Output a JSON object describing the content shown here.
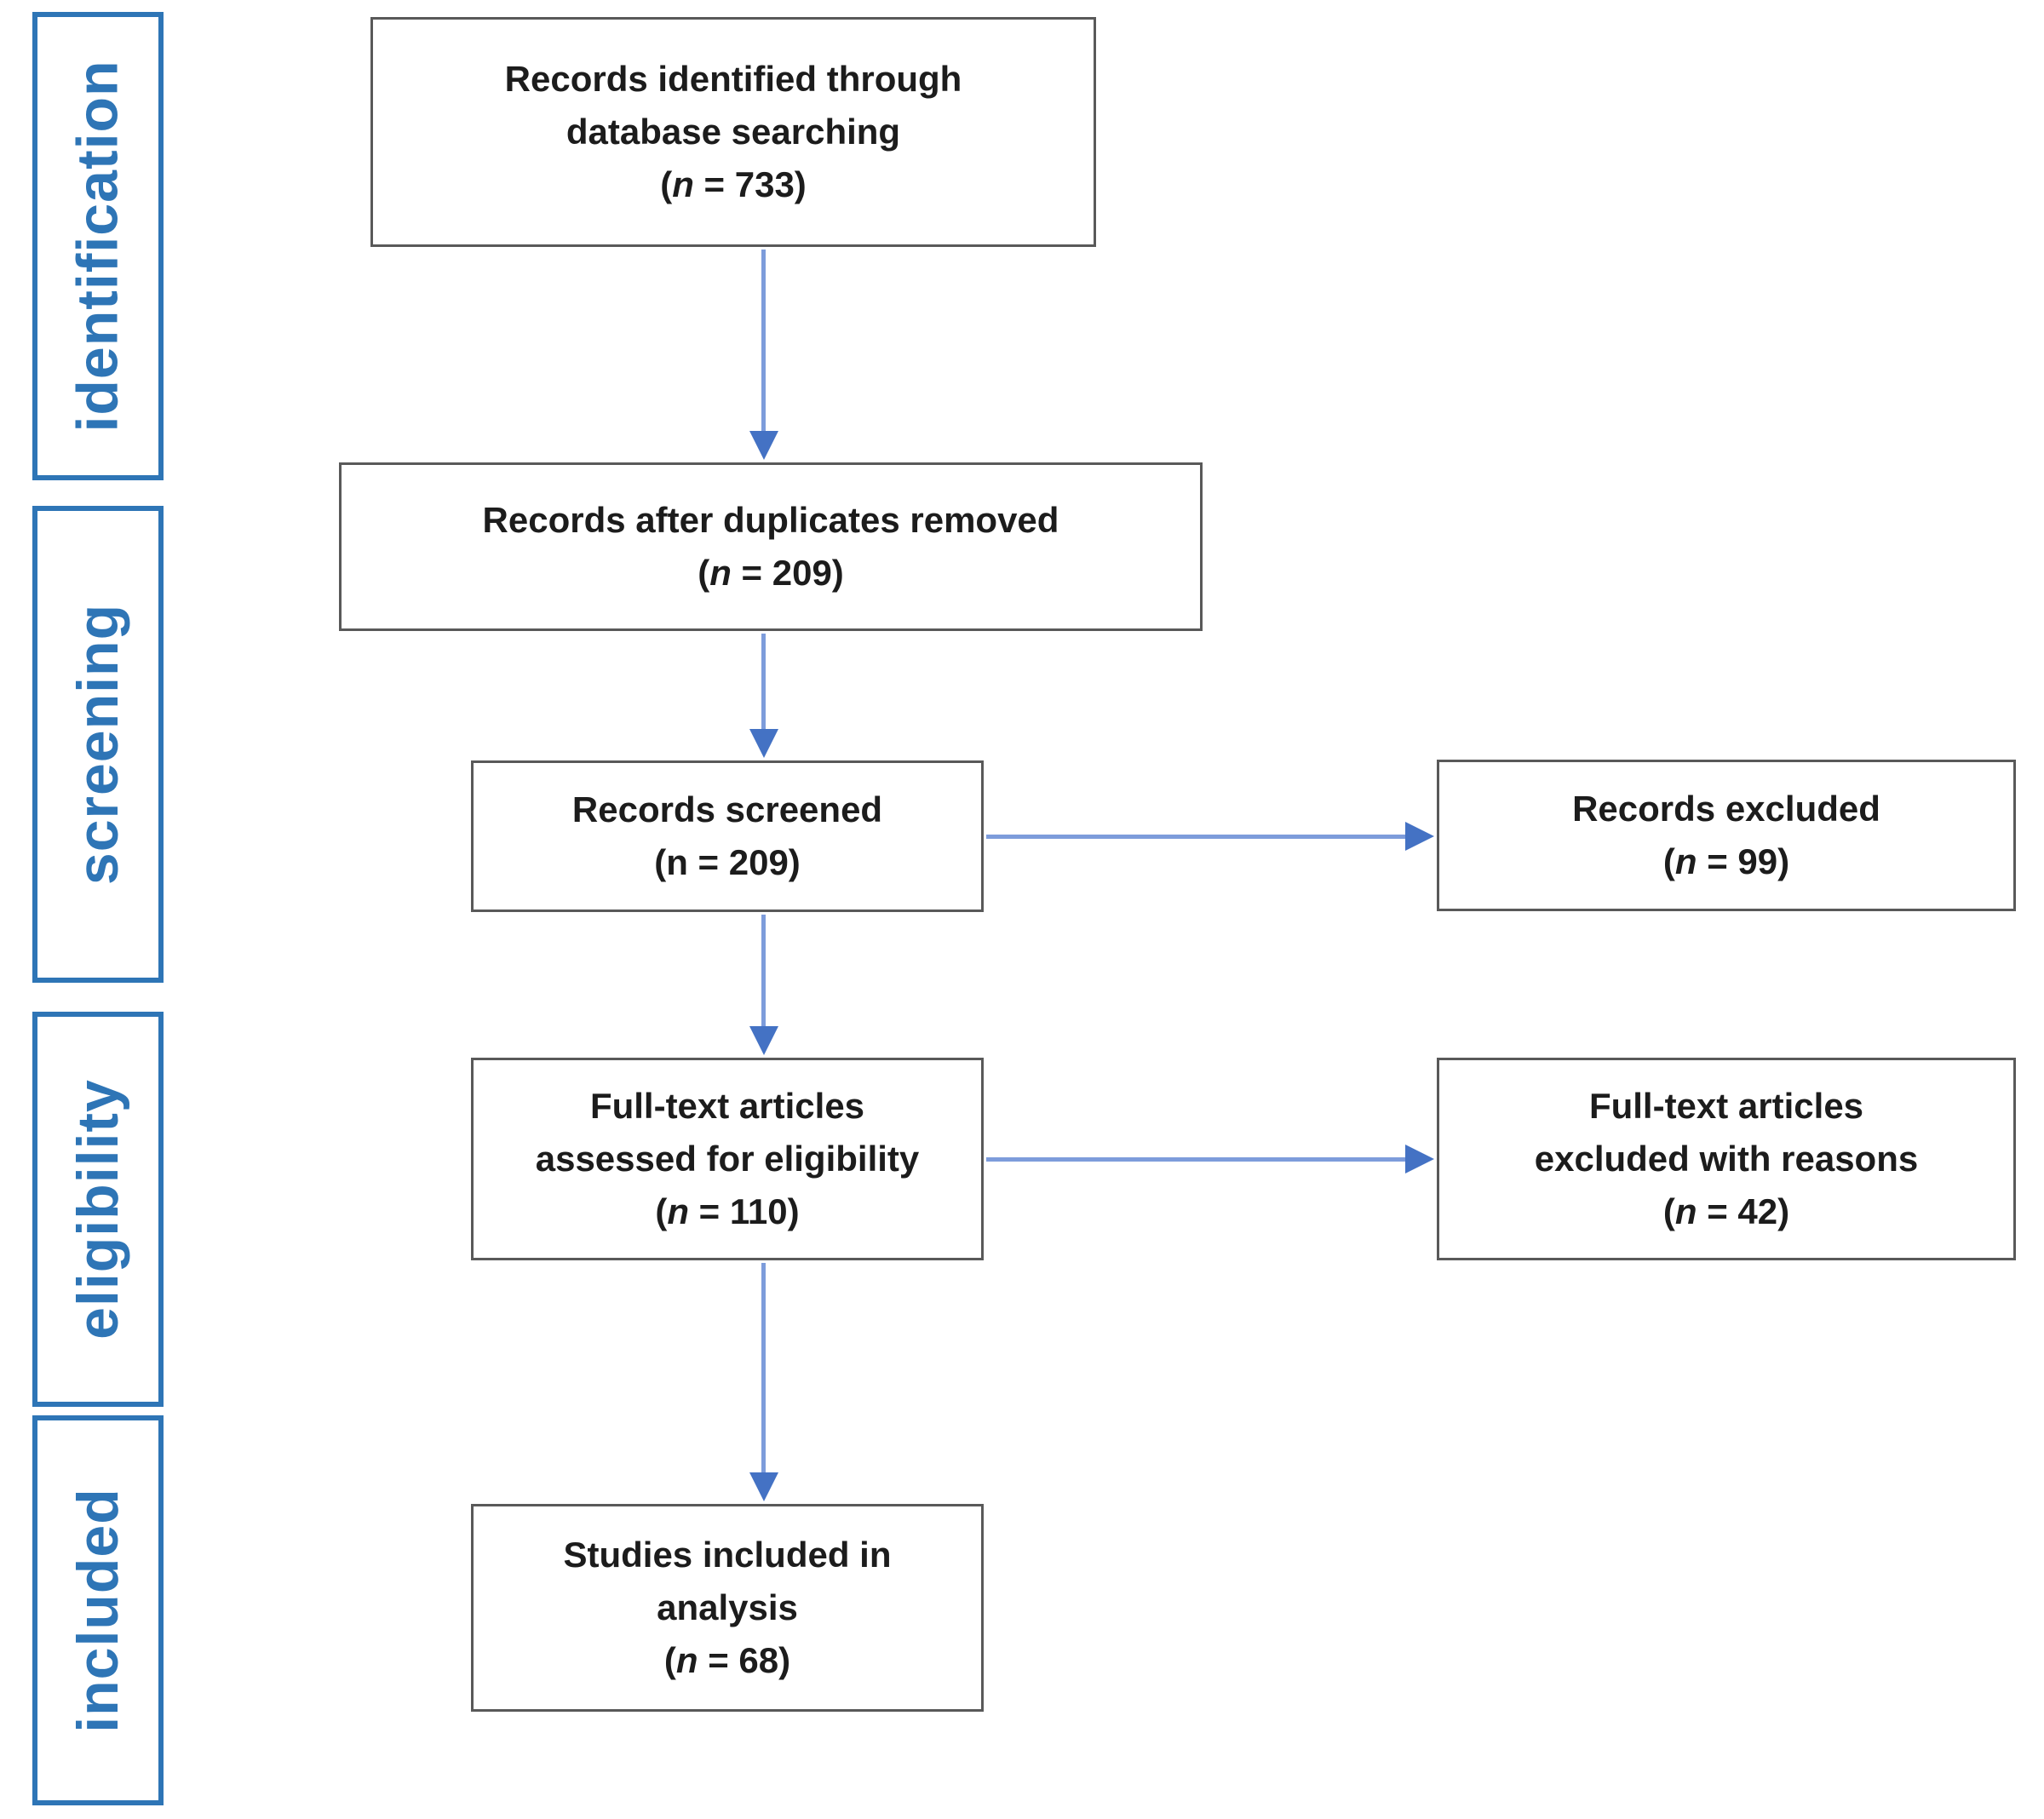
{
  "colors": {
    "sidebar_blue": "#2E75B6",
    "box_border": "#595959",
    "arrow_line": "#7D9CDB",
    "arrow_head": "#4472C4",
    "text_color": "#1c1c1c",
    "bg": "#ffffff"
  },
  "stages": [
    {
      "label": "identification"
    },
    {
      "label": "screening"
    },
    {
      "label": "eligibility"
    },
    {
      "label": "included"
    }
  ],
  "boxes": {
    "identified": {
      "lines": [
        "Records identified through",
        "database searching"
      ],
      "n_pre": "(",
      "n_sym": "n",
      "n_post": " = 733)"
    },
    "duplicates_removed": {
      "lines": [
        "Records after duplicates removed"
      ],
      "n_pre": "(",
      "n_sym": "n",
      "n_post": " = 209)"
    },
    "screened": {
      "lines": [
        "Records screened"
      ],
      "n_pre": "(",
      "n_sym": "n",
      "n_post": " = 209)"
    },
    "records_excluded": {
      "lines": [
        "Records excluded"
      ],
      "n_pre": "(",
      "n_sym": "n",
      "n_post": " = 99)"
    },
    "fulltext_assessed": {
      "lines": [
        "Full-text articles",
        "assessed for eligibility"
      ],
      "n_pre": "(",
      "n_sym": "n",
      "n_post": " = 110)"
    },
    "fulltext_excluded": {
      "lines": [
        "Full-text articles",
        "excluded with reasons"
      ],
      "n_pre": "(",
      "n_sym": "n",
      "n_post": " = 42)"
    },
    "included_studies": {
      "lines": [
        "Studies included in",
        "analysis"
      ],
      "n_pre": "(",
      "n_sym": "n",
      "n_post": " = 68)"
    }
  }
}
